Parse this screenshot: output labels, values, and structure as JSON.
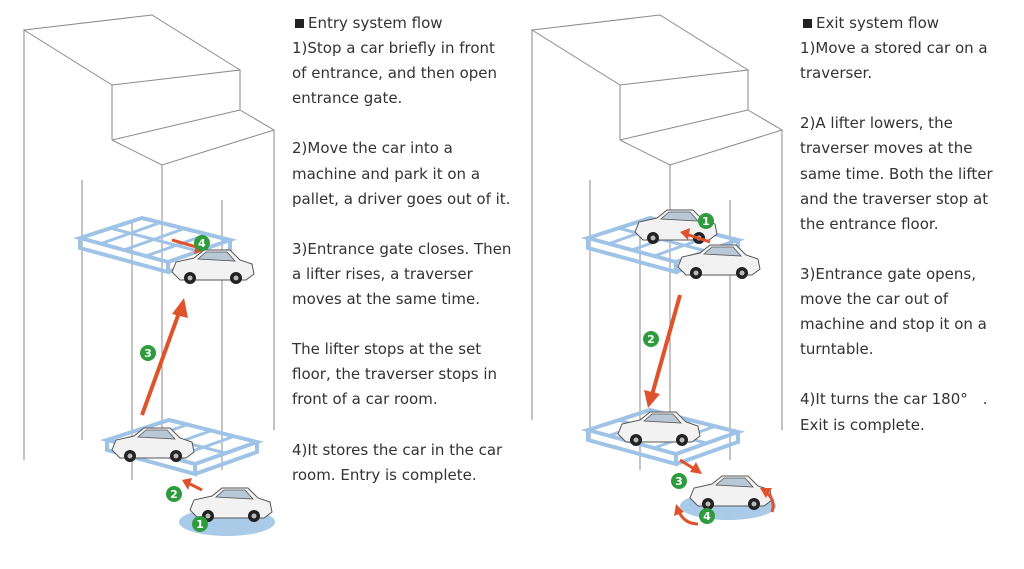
{
  "entry": {
    "heading": "Entry system flow",
    "steps": [
      "1)Stop a car briefly in front of entrance, and then open entrance gate.",
      "2)Move the car into a machine and park it on a pallet, a driver goes out of it.",
      "3)Entrance gate closes. Then a lifter rises, a traverser moves at the same time.",
      "The lifter stops at the set floor, the traverser stops in front of a car room.",
      "4)It stores the car in the car room. Entry is complete."
    ]
  },
  "exit": {
    "heading": "Exit system flow",
    "steps": [
      "1)Move a stored car on a traverser.",
      "2)A lifter lowers, the traverser moves at the same time. Both the lifter and the traverser stop at the entrance floor.",
      "3)Entrance gate opens, move the car out of machine and stop it on a turntable.",
      "4)It turns the car 180°　. Exit is complete."
    ]
  },
  "markers": {
    "m1": "1",
    "m2": "2",
    "m3": "3",
    "m4": "4"
  },
  "colors": {
    "structure_line": "#8a8a8a",
    "frame_blue": "#9fc3e6",
    "arrow_red": "#e0522c",
    "marker_green": "#2e9b3c",
    "turntable_blue": "#a9cbe8",
    "car_body": "#f2f2f2"
  },
  "icons": {
    "heading_marker": "black-square-icon",
    "car": "car-icon",
    "arrow": "red-arrow-icon",
    "step_marker": "green-circle-number-icon"
  }
}
